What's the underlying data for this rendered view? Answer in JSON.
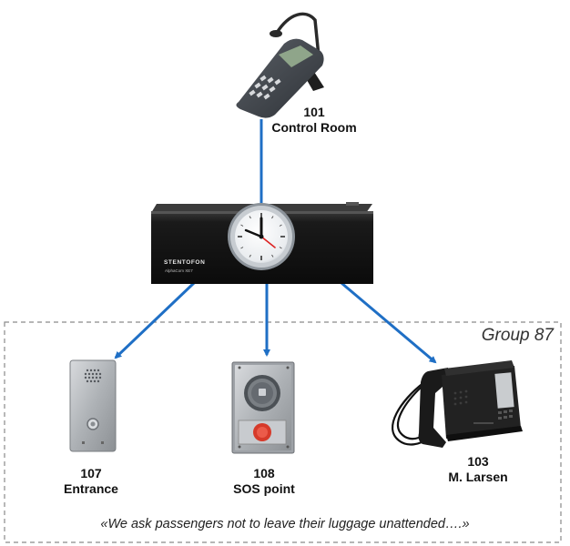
{
  "group": {
    "title": "Group 87"
  },
  "master_station": {
    "brand": "STENTOFON",
    "model": "AlphaCom XE7",
    "icon": "clock-icon"
  },
  "nodes": [
    {
      "id": "control-room",
      "number": "101",
      "name": "Control Room",
      "icon": "desk-console-icon"
    },
    {
      "id": "entrance",
      "number": "107",
      "name": "Entrance",
      "icon": "intercom-panel-icon"
    },
    {
      "id": "sos-point",
      "number": "108",
      "name": "SOS point",
      "icon": "sos-station-icon"
    },
    {
      "id": "m-larsen",
      "number": "103",
      "name": "M. Larsen",
      "icon": "desk-phone-icon"
    }
  ],
  "announcement": "«We ask passengers not to leave their luggage unattended….»",
  "colors": {
    "connector": "#1f6fc5",
    "group_border": "#8a8a8a",
    "device_dark": "#1c1c1c",
    "panel_steel": "#b9bcc0"
  }
}
